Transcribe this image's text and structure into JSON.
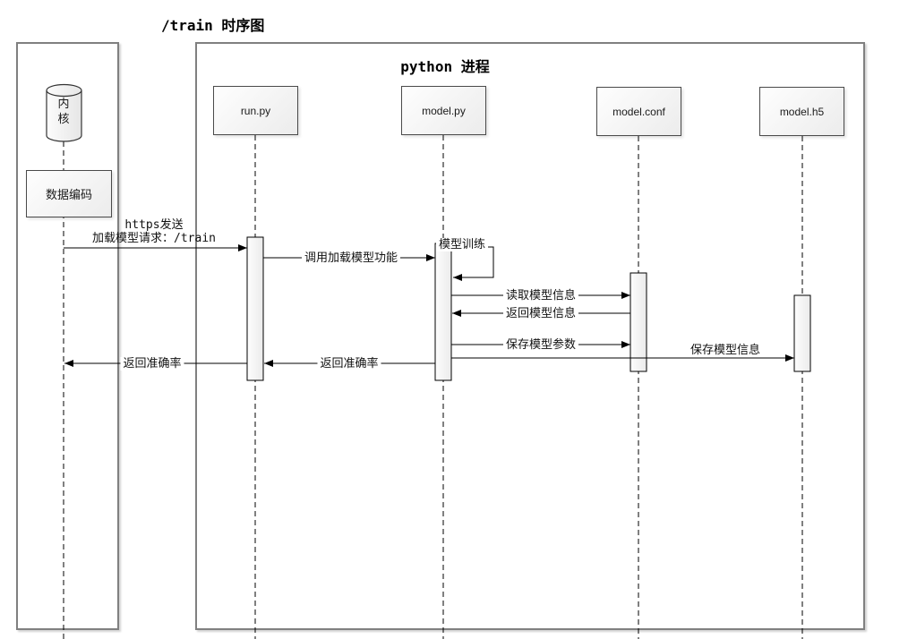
{
  "diagram": {
    "title": "/train 时序图",
    "python_frame_title": "python 进程"
  },
  "participants": {
    "kernel": "内核",
    "data_encoding": "数据编码",
    "run_py": "run.py",
    "model_py": "model.py",
    "model_conf": "model.conf",
    "model_h5": "model.h5"
  },
  "messages": {
    "https_send_line1": "https发送",
    "https_send_line2": "加载模型请求：/train",
    "call_load_model": "调用加载模型功能",
    "model_training": "模型训练",
    "read_model_info": "读取模型信息",
    "return_model_info": "返回模型信息",
    "save_model_params": "保存模型参数",
    "save_model_info": "保存模型信息",
    "return_accuracy_to_run": "返回准确率",
    "return_accuracy_to_kernel": "返回准确率"
  },
  "colors": {
    "frame_border": "#808080",
    "box_border": "#4a4a4a",
    "line": "#000000"
  }
}
